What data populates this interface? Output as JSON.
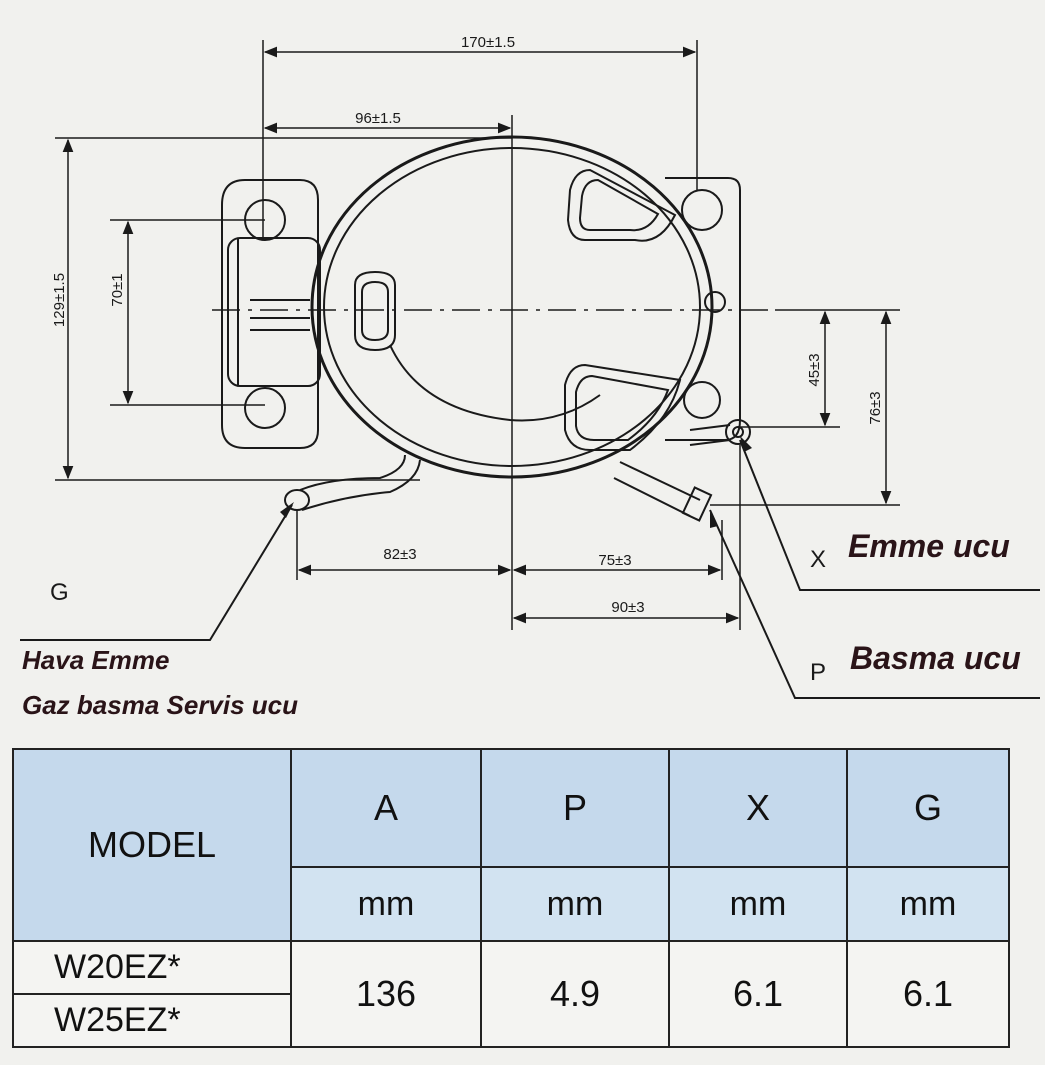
{
  "diagram": {
    "dimensions": {
      "overall_width": "170±1.5",
      "half_width": "96±1.5",
      "overall_height": "129±1.5",
      "mount_spacing": "70±1",
      "x_height": "45±3",
      "p_height": "76±3",
      "g_offset": "82±3",
      "p_offset": "75±3",
      "x_offset": "90±3"
    },
    "letters": {
      "x": "X",
      "p": "P",
      "g": "G"
    },
    "callouts": {
      "emme": "Emme ucu",
      "basma": "Basma ucu",
      "hava_line1": "Hava Emme",
      "hava_line2": "Gaz basma Servis ucu"
    }
  },
  "table": {
    "model_header": "MODEL",
    "columns": [
      "A",
      "P",
      "X",
      "G"
    ],
    "units": [
      "mm",
      "mm",
      "mm",
      "mm"
    ],
    "models": [
      "W20EZ*",
      "W25EZ*"
    ],
    "values": [
      "136",
      "4.9",
      "6.1",
      "6.1"
    ]
  },
  "colors": {
    "line": "#1a1a1a",
    "header_fill": "#c5d9ec",
    "background": "#f1f1ee"
  }
}
